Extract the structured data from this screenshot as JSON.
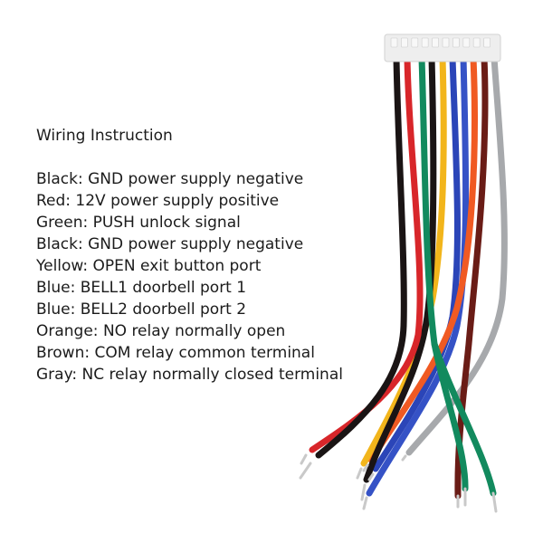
{
  "instruction": {
    "title": "Wiring Instruction",
    "wires": [
      {
        "text": "Black: GND power supply negative",
        "color": "#1a1414"
      },
      {
        "text": "Red: 12V power supply positive",
        "color": "#d8262a"
      },
      {
        "text": "Green: PUSH unlock signal",
        "color": "#128a5e"
      },
      {
        "text": "Black: GND power supply negative",
        "color": "#1a1414"
      },
      {
        "text": "Yellow: OPEN exit button port",
        "color": "#f2b51b"
      },
      {
        "text": "Blue: BELL1 doorbell port 1",
        "color": "#2b45b8"
      },
      {
        "text": "Blue: BELL2 doorbell port 2",
        "color": "#3552c6"
      },
      {
        "text": "Orange: NO relay normally open",
        "color": "#f05a23"
      },
      {
        "text": "Brown: COM relay common terminal",
        "color": "#6a1c16"
      },
      {
        "text": "Gray: NC relay normally closed terminal",
        "color": "#a7a9ac"
      }
    ]
  },
  "colors": {
    "connector": "#eeeeee",
    "pin_tip": "#c9c9c9"
  }
}
